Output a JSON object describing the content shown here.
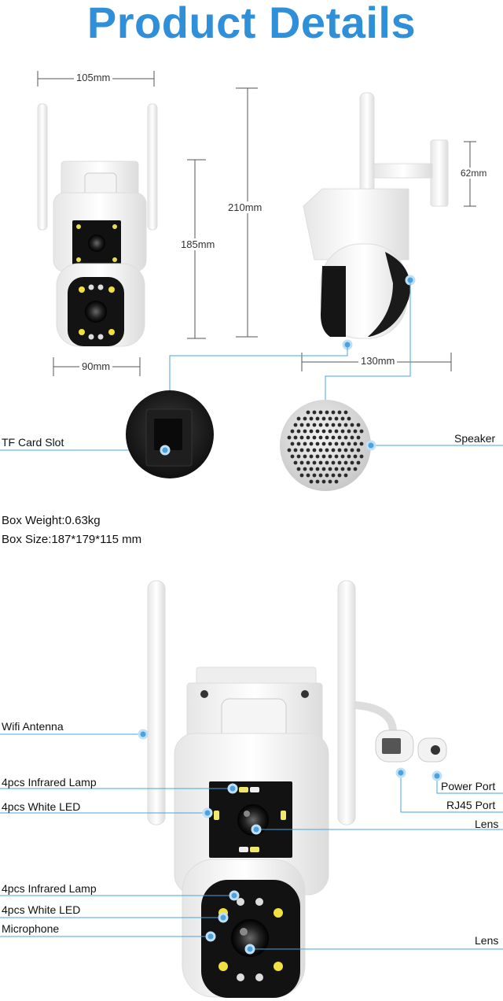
{
  "header": {
    "title": "Product Details"
  },
  "dimensions": {
    "width_top": "105mm",
    "height_front": "185mm",
    "height_total": "210mm",
    "width_bottom": "90mm",
    "bracket": "62mm",
    "depth": "130mm"
  },
  "details": {
    "tf_card_label": "TF Card Slot",
    "speaker_label": "Speaker"
  },
  "specs": {
    "box_weight": "Box Weight:0.63kg",
    "box_size": "Box Size:187*179*115 mm"
  },
  "callouts": {
    "wifi_antenna": "Wifi Antenna",
    "ir_lamp_top": "4pcs Infrared Lamp",
    "white_led_top": "4pcs White LED",
    "ir_lamp_bottom": "4pcs Infrared Lamp",
    "white_led_bottom": "4pcs White LED",
    "microphone": "Microphone",
    "power_port": "Power Port",
    "rj45_port": "RJ45 Port",
    "lens_top": "Lens",
    "lens_bottom": "Lens"
  },
  "colors": {
    "accent": "#2f8fd8",
    "callout_line": "#4aa3df",
    "camera_dark": "#1a1a1a"
  }
}
